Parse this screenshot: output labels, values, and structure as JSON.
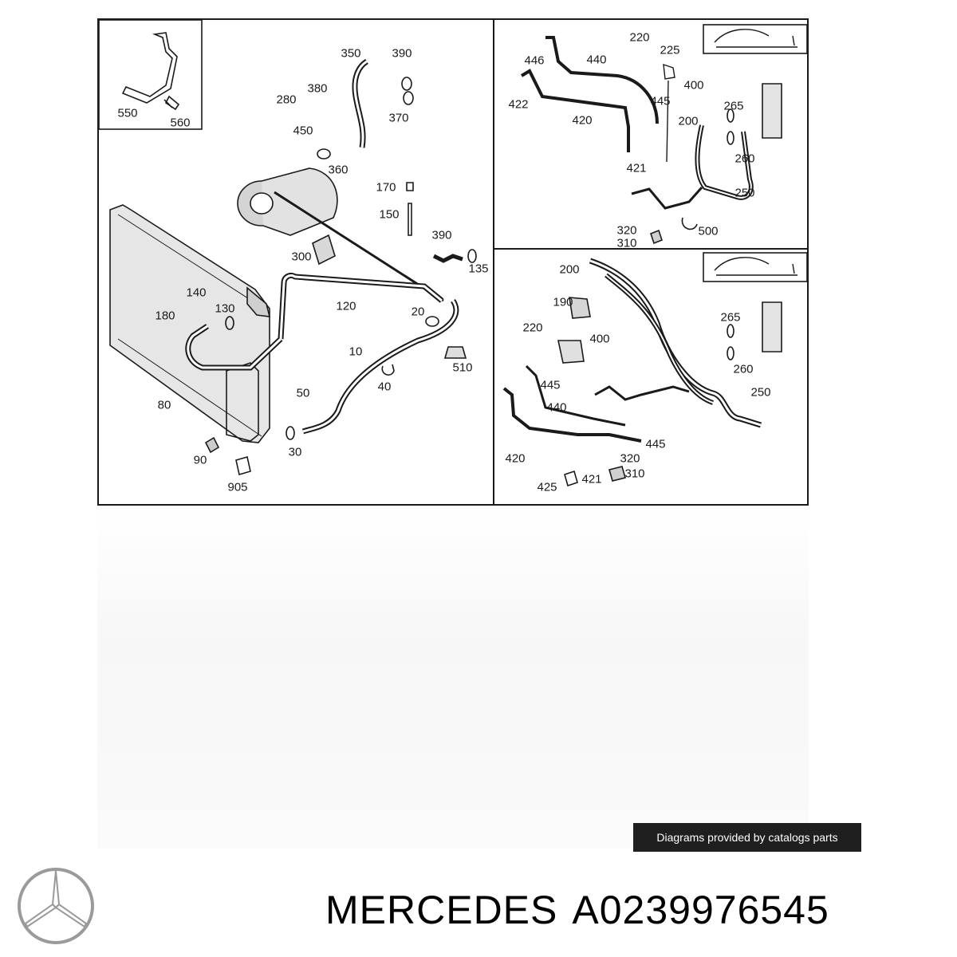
{
  "diagram": {
    "callouts": {
      "inset_bracket": [
        "550",
        "560"
      ],
      "main": [
        "350",
        "390",
        "380",
        "280",
        "370",
        "450",
        "360",
        "170",
        "150",
        "390",
        "135",
        "300",
        "120",
        "140",
        "180",
        "130",
        "20",
        "10",
        "510",
        "50",
        "40",
        "80",
        "90",
        "30",
        "905"
      ],
      "top_right": [
        "220",
        "225",
        "446",
        "440",
        "400",
        "422",
        "445",
        "420",
        "265",
        "200",
        "260",
        "421",
        "250",
        "320",
        "310",
        "500"
      ],
      "bottom_right": [
        "200",
        "190",
        "265",
        "220",
        "400",
        "260",
        "445",
        "250",
        "440",
        "445",
        "420",
        "320",
        "310",
        "425",
        "421"
      ]
    }
  },
  "banner": {
    "text": "Diagrams provided by catalogs parts"
  },
  "brand": {
    "name": "MERCEDES",
    "part_number": "A0239976545"
  },
  "colors": {
    "ink": "#1a1a1a",
    "banner_bg": "#1f1f1f",
    "banner_text": "#ffffff",
    "logo": "#9a9a9a"
  },
  "icons": {
    "logo": "mercedes-star-icon"
  }
}
